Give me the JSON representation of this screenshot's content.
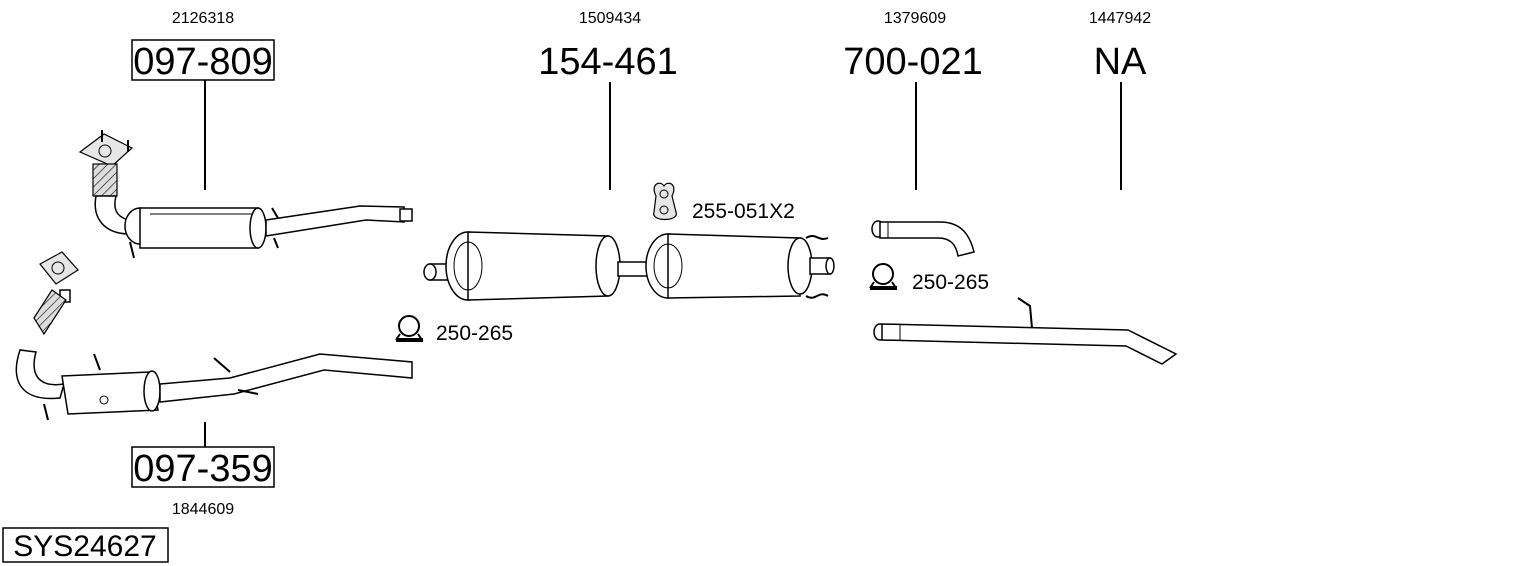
{
  "system_code": "SYS24627",
  "parts": [
    {
      "oem": "2126318",
      "part_no": "097-809"
    },
    {
      "oem": "1844609",
      "part_no": "097-359"
    },
    {
      "oem": "1509434",
      "part_no": "154-461"
    },
    {
      "oem": "1379609",
      "part_no": "700-021"
    },
    {
      "oem": "1447942",
      "part_no": "NA"
    }
  ],
  "fittings": [
    {
      "label": "255-051X2",
      "icon": "rubber-hanger-icon"
    },
    {
      "label": "250-265",
      "icon": "pipe-clamp-icon"
    },
    {
      "label": "250-265",
      "icon": "pipe-clamp-icon"
    }
  ]
}
